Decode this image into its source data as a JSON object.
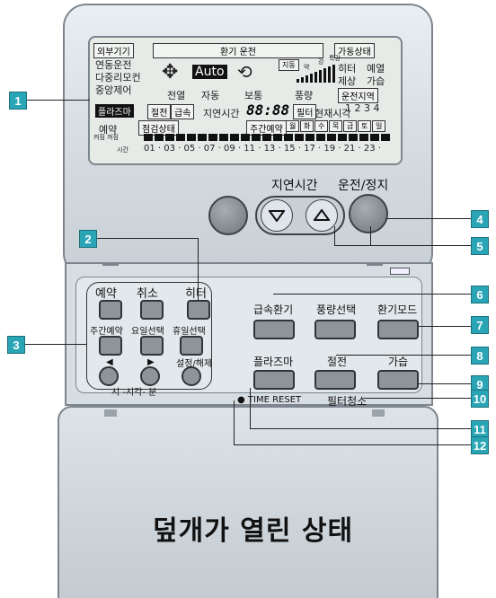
{
  "lcd": {
    "outdoor_unit": "외부기기",
    "vent_operation": "환기 운전",
    "status": "가동상태",
    "modes_left": [
      "연동운전",
      "다중리모컨",
      "중앙제어"
    ],
    "auto_label": "Auto",
    "icons_row_labels": [
      "전열",
      "자동",
      "보통",
      "풍량"
    ],
    "right_labels_row1": [
      "히터",
      "예열"
    ],
    "right_labels_row2": [
      "제상",
      "가습"
    ],
    "operation_area": "운전지역",
    "zones": "1 2 3 4",
    "plasma": "플라즈마",
    "power_save": "절전",
    "rapid": "급속",
    "delay_time": "지연시간",
    "delay_value": "88:88",
    "filter": "필터",
    "current_time": "현재시각",
    "reserve": "예약",
    "check_status": "점검상태",
    "weekly_reserve": "주간예약",
    "days": [
      "월",
      "화",
      "수",
      "목",
      "금",
      "토",
      "일"
    ],
    "on_off_small": "켜짐 꺼짐",
    "time_label": "시간",
    "hours": "01 · 03 · 05 · 07 · 09 · 11 · 13 · 15 · 17 · 19 · 21 · 23 ·",
    "fan_small_labels": [
      "약",
      "강",
      "특강"
    ],
    "delay_box": "지동"
  },
  "buttons_top": {
    "delay_time": "지연시간",
    "run_stop": "운전/정지"
  },
  "left_group": {
    "reserve": "예약",
    "cancel": "취소",
    "heater": "히터",
    "weekly": "주간예약",
    "day_select": "요일선택",
    "holiday": "휴일선택",
    "set_release": "설정/해제",
    "time_minute": "시 -시각- 분",
    "left_arrow": "◀",
    "right_arrow": "▶"
  },
  "right_group": {
    "rapid_vent": "급속환기",
    "fan_select": "풍량선택",
    "vent_mode": "환기모드",
    "plasma": "플라즈마",
    "power_save": "절전",
    "humidify": "가습",
    "filter_clean": "필터청소",
    "time_reset": "TIME RESET"
  },
  "callouts": [
    "1",
    "2",
    "3",
    "4",
    "5",
    "6",
    "7",
    "8",
    "9",
    "10",
    "11",
    "12"
  ],
  "cover_text": "덮개가 열린 상태",
  "colors": {
    "callout_bg": "#2aa5b6",
    "lcd_bg": "#e7ebe8",
    "body": "#d2d9df"
  }
}
